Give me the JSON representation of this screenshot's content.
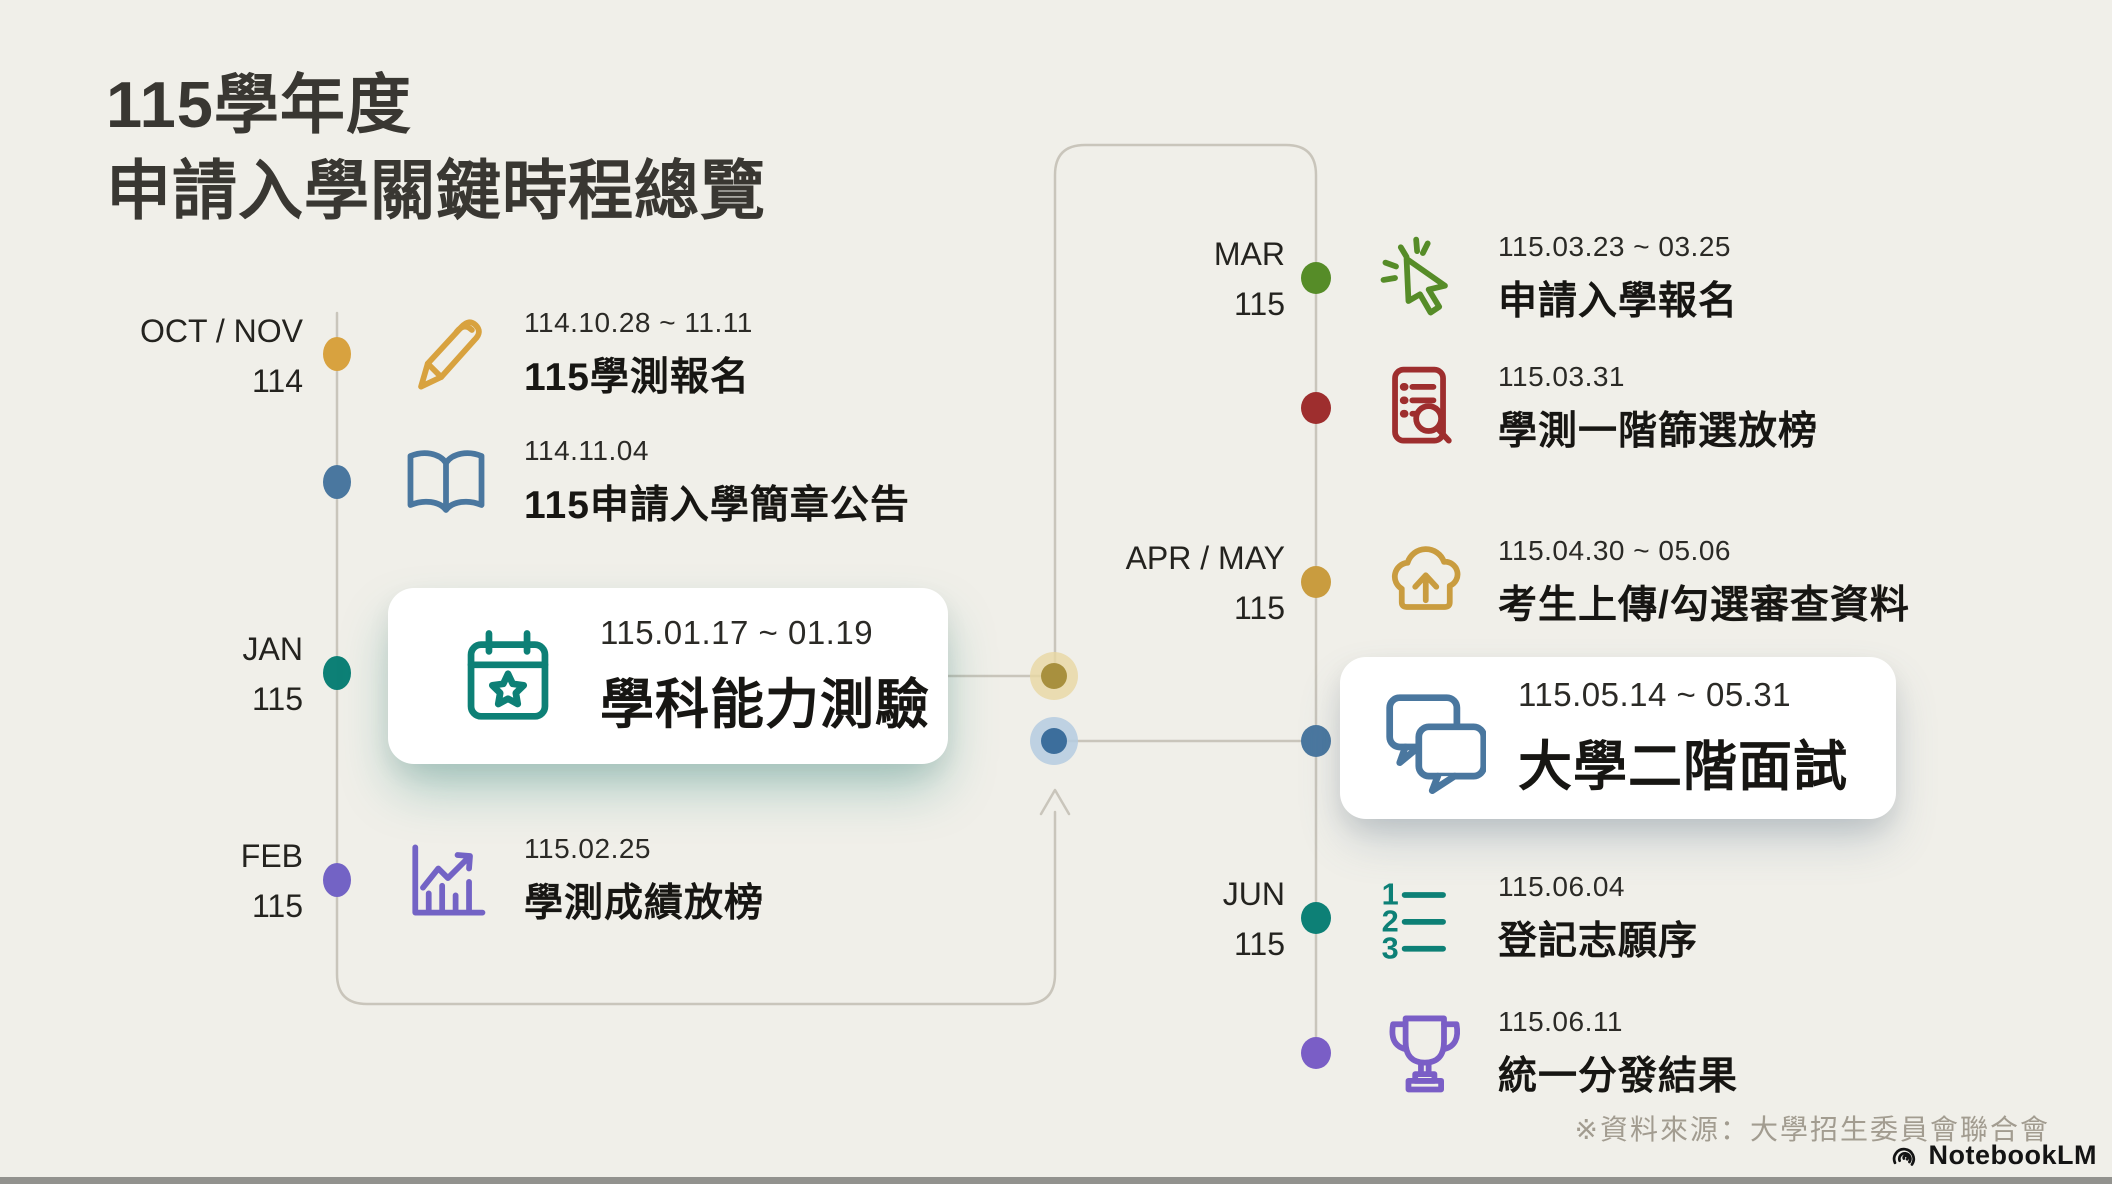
{
  "title": {
    "line1": "115學年度",
    "line2": "申請入學關鍵時程總覽"
  },
  "colors": {
    "background": "#f0efe9",
    "line": "#c9c5bb",
    "upper_mid_dot": "#a8903e",
    "upper_mid_halo": "#e8d7a2",
    "lower_mid_dot": "#3c6e9c",
    "lower_mid_halo": "#b5cbe0"
  },
  "timeline": {
    "left": {
      "events": [
        {
          "month": "OCT / NOV",
          "year": "114",
          "date": "114.10.28 ~ 11.11",
          "title": "115學測報名",
          "icon": "pen-icon",
          "color": "#d8a23f"
        },
        {
          "date": "114.11.04",
          "title": "115申請入學簡章公告",
          "icon": "open-book-icon",
          "color": "#4a779f"
        },
        {
          "month": "JAN",
          "year": "115",
          "date": "115.01.17 ~ 01.19",
          "title": "學科能力測驗",
          "icon": "calendar-star-icon",
          "color": "#0d8076",
          "highlight": true
        },
        {
          "month": "FEB",
          "year": "115",
          "date": "115.02.25",
          "title": "學測成績放榜",
          "icon": "chart-rise-icon",
          "color": "#7363c5"
        }
      ]
    },
    "right": {
      "events": [
        {
          "month": "MAR",
          "year": "115",
          "date": "115.03.23 ~ 03.25",
          "title": "申請入學報名",
          "icon": "cursor-click-icon",
          "color": "#568c28"
        },
        {
          "date": "115.03.31",
          "title": "學測一階篩選放榜",
          "icon": "document-search-icon",
          "color": "#9e2e2e"
        },
        {
          "month": "APR / MAY",
          "year": "115",
          "date": "115.04.30 ~ 05.06",
          "title": "考生上傳/勾選審查資料",
          "icon": "cloud-upload-icon",
          "color": "#c99c3f"
        },
        {
          "date": "115.05.14 ~ 05.31",
          "title": "大學二階面試",
          "icon": "chat-bubbles-icon",
          "color": "#4a779f",
          "highlight": true
        },
        {
          "month": "JUN",
          "year": "115",
          "date": "115.06.04",
          "title": "登記志願序",
          "icon": "numbered-list-icon",
          "color": "#0d8076"
        },
        {
          "date": "115.06.11",
          "title": "統一分發結果",
          "icon": "trophy-icon",
          "color": "#7a5ec6"
        }
      ]
    }
  },
  "footer": {
    "source": "※資料來源：大學招生委員會聯合會",
    "brand": "NotebookLM"
  }
}
